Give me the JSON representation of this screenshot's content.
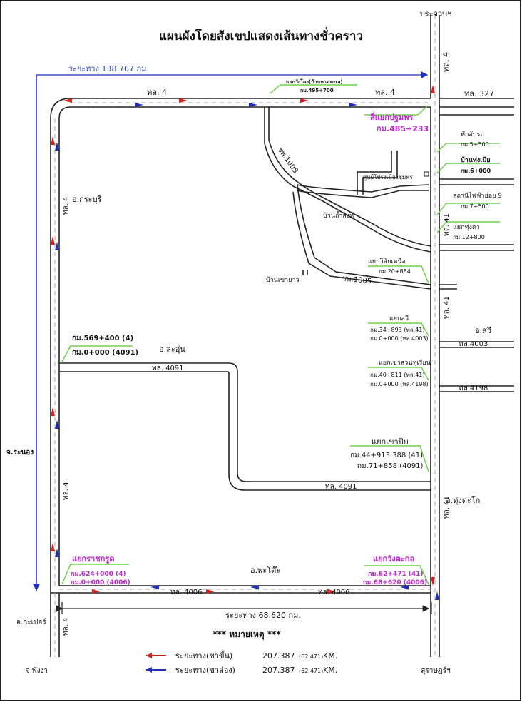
{
  "title": "แผนผังโดยสังเขปแสดงเส้นทางชั่วคราว",
  "colors": {
    "up": "#d61f1f",
    "down": "#1f2fb8",
    "road": "#222222",
    "callout": "#6fd24a",
    "highlight": "#c026d3",
    "distance": "#2a3bb7"
  },
  "top": {
    "prachuap": "ประจวบฯ",
    "distance": "ระยะทาง 138.767 กม.",
    "route4_left": "ทล. 4",
    "route4_right": "ทล. 4",
    "route4_vertical": "ทล. 4",
    "route327": "ทล. 327",
    "wangtako_label": "แยกวังโดง(บ้านหาดทะเล)",
    "wangtako_km": "กม.495+700",
    "pathomphon": "สี่แยกปฐมพร",
    "pathomphon_km": "กม.485+233"
  },
  "east_points": [
    {
      "name": "พักอับรถ",
      "km": "กม.5+500"
    },
    {
      "name": "บ้านทุ่งเมีย",
      "km": "กม.6+000"
    },
    {
      "name": "สถานีไฟฟ้าย่อย 9",
      "km": "กม.7+500"
    },
    {
      "name": "แยกทุ่งคา",
      "km": "กม.12+800"
    },
    {
      "name": "แยกวิสัยเหนือ",
      "km": "กม.20+884"
    }
  ],
  "places": {
    "kraburi": "อ.กระบุรี",
    "laun": "อ.ละอุ่น",
    "ranong": "จ.ระนอง",
    "sawi": "อ.สวี",
    "thungtako": "อ.ทุ่งตะโก",
    "phato": "อ.พะโต๊ะ",
    "kapoe": "อ.กะเปอร์",
    "phangnga": "จ.พังงา",
    "suratthani": "สุราษฎร์ฯ",
    "banthamsing": "บ้านถ้ำสิงห์",
    "bankhaoyao": "บ้านเขายาว",
    "bus_center": "ศูนย์โปรงเมืองชุมพร"
  },
  "routes": {
    "chp1005_a": "ชพ.1005",
    "chp1005_b": "ชพ.1005",
    "r41_a": "ทล. 41",
    "r41_b": "ทล. 41",
    "r41_c": "ทล. 41",
    "r4_west_a": "ทล. 4",
    "r4_west_b": "ทล. 4",
    "r4_west_c": "ทล. 4",
    "r4091_a": "ทล. 4091",
    "r4091_b": "ทล. 4091",
    "r4003": "ทล.4003",
    "r4198": "ทล.4198",
    "r4006_a": "ทล. 4006",
    "r4006_b": "ทล. 4006"
  },
  "junctions": {
    "sawi": {
      "name": "แยกสวี",
      "km1": "กม.34+893 (ทล.41)",
      "km2": "กม.0+000 (ทล.4003)"
    },
    "khaosuanthurian": {
      "name": "แยกเขาสวนทุเรียน",
      "km1": "กม.40+811 (ทล.41)",
      "km2": "กม.0+000 (ทล.4198)"
    },
    "khaopip": {
      "name": "แยกเขาปีบ",
      "km1": "กม.44+913.388 (41)",
      "km2": "กม.71+858 (4091)"
    },
    "laun": {
      "km1": "กม.569+400 (4)",
      "km2": "กม.0+000 (4091)"
    },
    "ratchakrut": {
      "name": "แยกราชกรูด",
      "km1": "กม.624+000 (4)",
      "km2": "กม.0+000 (4006)"
    },
    "wangtakor": {
      "name": "แยกวังตะกอ",
      "km1": "กม.62+471 (41)",
      "km2": "กม.68+620 (4006)"
    }
  },
  "bottom": {
    "distance": "ระยะทาง 68.620 กม."
  },
  "legend": {
    "title": "*** หมายเหตุ ***",
    "up_label": "ระยะทาง(ขาขึ้น)",
    "up_value": "207.387",
    "up_sub": "(62.471)",
    "up_unit": "KM.",
    "down_label": "ระยะทาง(ขาล่อง)",
    "down_value": "207.387",
    "down_sub": "(62.471)",
    "down_unit": "KM."
  }
}
